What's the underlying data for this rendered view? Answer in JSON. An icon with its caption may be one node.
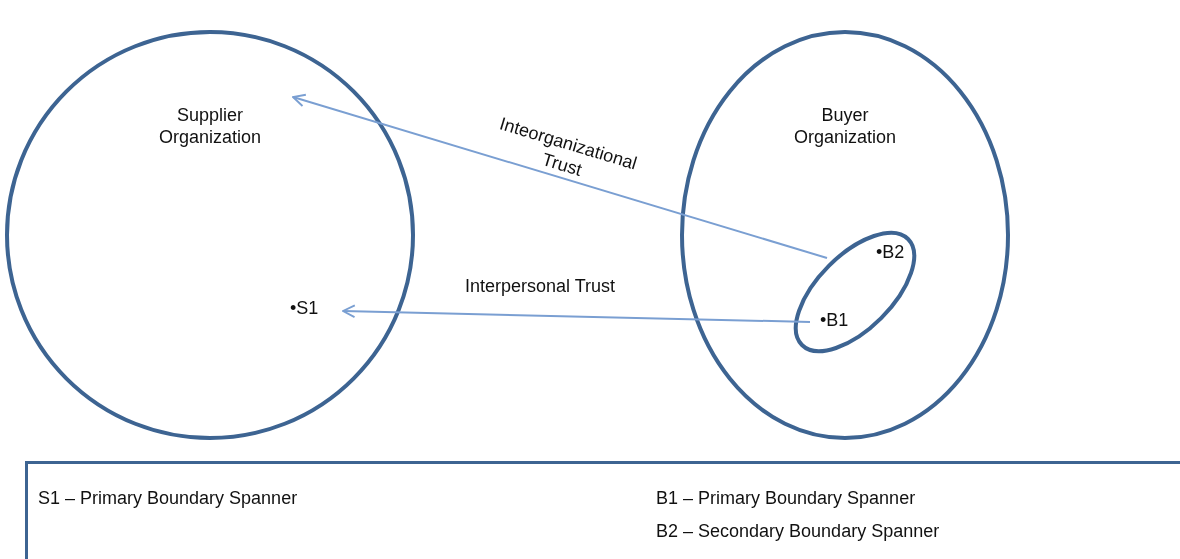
{
  "diagram": {
    "nodes": [
      {
        "text": [
          "Supplier Organization"
        ]
      },
      {
        "text": [
          "Buyer Organization"
        ]
      },
      {
        "text": [],
        "shape": "ellipse",
        "in": 1
      },
      {
        "text": [
          "•S1"
        ],
        "in": 0
      },
      {
        "text": [
          "•B2"
        ],
        "in": 2
      },
      {
        "text": [
          "•B1"
        ],
        "in": 2
      },
      {
        "text": [
          "S1 – Primary Boundary Spanner",
          "B1 – Primary Boundary Spanner",
          "B2 – Secondary Boundary Spanner"
        ]
      }
    ],
    "edges": [
      {
        "from": 2,
        "to": 0,
        "arrow": "to",
        "label": "Inteorganizational Trust"
      },
      {
        "from": 5,
        "to": 3,
        "arrow": "to",
        "label": "Interpersonal Trust"
      }
    ]
  }
}
